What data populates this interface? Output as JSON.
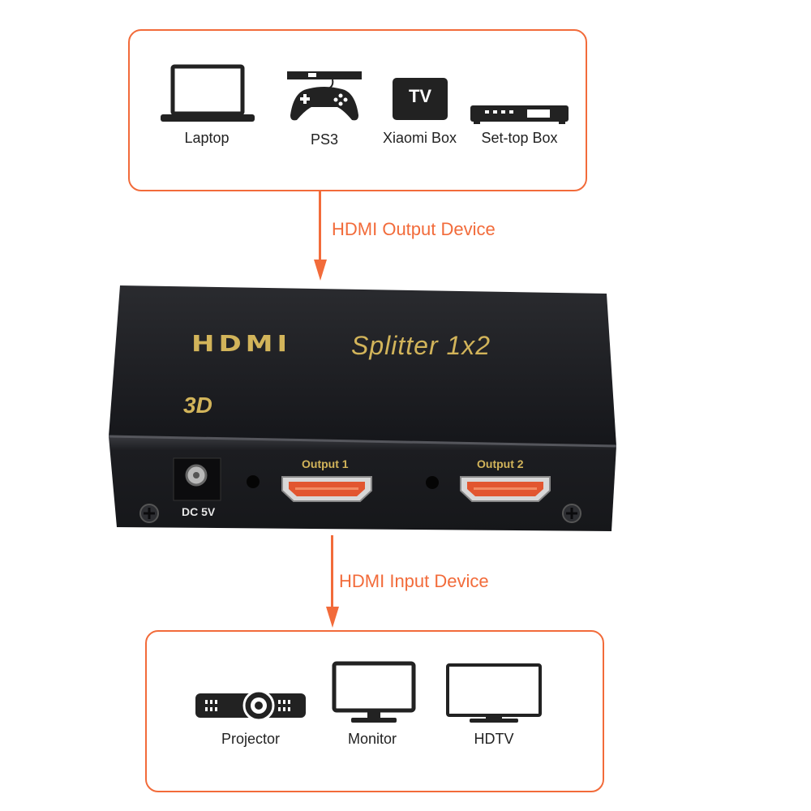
{
  "output_devices": {
    "laptop": "Laptop",
    "ps3": "PS3",
    "xiaomi_box": "Xiaomi Box",
    "xiaomi_tv_text": "TV",
    "settop_box": "Set-top Box"
  },
  "arrow_top_label": "HDMI Output Device",
  "splitter": {
    "brand_hdmi": "HDMI",
    "brand_name": "Splitter 1x2",
    "badge_3d": "3D",
    "dc_label": "DC 5V",
    "output1_label": "Output 1",
    "output2_label": "Output 2"
  },
  "arrow_bottom_label": "HDMI Input Device",
  "input_devices": {
    "projector": "Projector",
    "monitor": "Monitor",
    "hdtv": "HDTV"
  },
  "colors": {
    "accent": "#f26b3a",
    "device_body": "#1e1f22",
    "brand_gold": "#d2b45a"
  }
}
